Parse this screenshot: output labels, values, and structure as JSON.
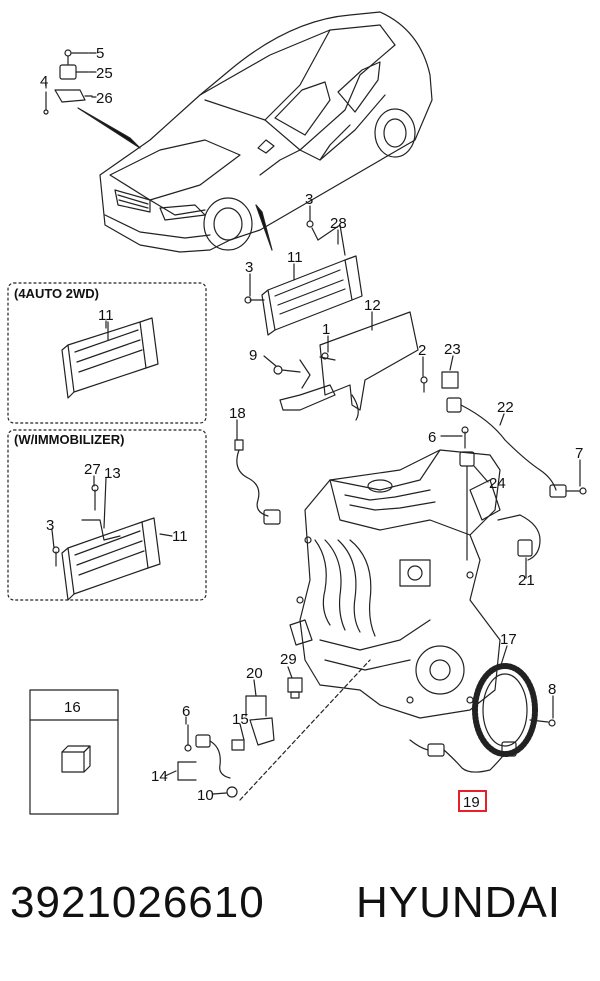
{
  "callouts": {
    "c1": "1",
    "c2": "2",
    "c3a": "3",
    "c3b": "3",
    "c3c": "3",
    "c4": "4",
    "c5": "5",
    "c6a": "6",
    "c6b": "6",
    "c7": "7",
    "c8": "8",
    "c9": "9",
    "c10": "10",
    "c11a": "11",
    "c11b": "11",
    "c11c": "11",
    "c12": "12",
    "c13": "13",
    "c14": "14",
    "c15": "15",
    "c16": "16",
    "c17": "17",
    "c18": "18",
    "c19": "19",
    "c20": "20",
    "c21": "21",
    "c22": "22",
    "c23": "23",
    "c24": "24",
    "c25": "25",
    "c26": "26",
    "c27": "27",
    "c28": "28",
    "c29": "29"
  },
  "boxes": {
    "auto_title": "(4AUTO 2WD)",
    "immob_title": "(W/IMMOBILIZER)"
  },
  "highlight_color": "#e8202a",
  "footer": {
    "part_number": "3921026610",
    "brand": "HYUNDAI"
  }
}
